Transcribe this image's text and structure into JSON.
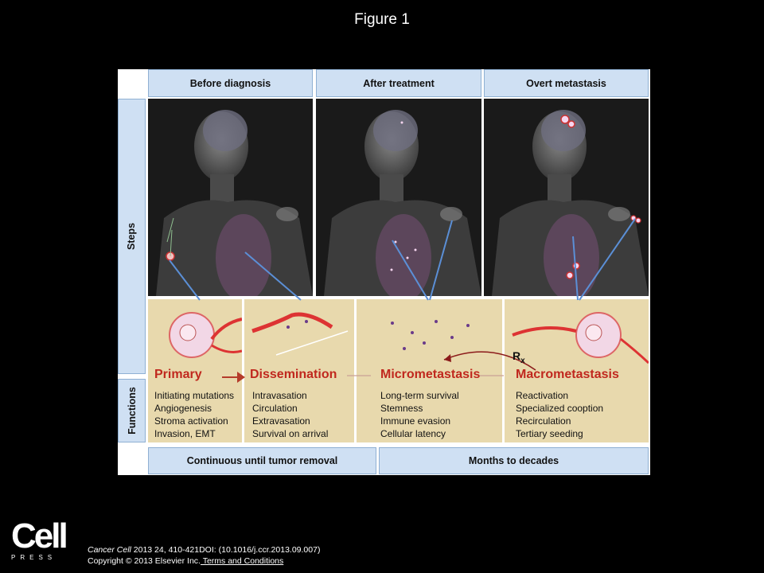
{
  "slide": {
    "title": "Figure 1"
  },
  "columns": {
    "before": "Before diagnosis",
    "after": "After treatment",
    "overt": "Overt metastasis"
  },
  "rows": {
    "steps": "Steps",
    "functions": "Functions"
  },
  "stages": [
    {
      "name": "Primary",
      "functions": [
        "Initiating mutations",
        "Angiogenesis",
        "Stroma activation",
        "Invasion, EMT"
      ]
    },
    {
      "name": "Dissemination",
      "functions": [
        "Intravasation",
        "Circulation",
        "Extravasation",
        "Survival on arrival"
      ]
    },
    {
      "name": "Micrometastasis",
      "functions": [
        "Long-term survival",
        "Stemness",
        "Immune evasion",
        "Cellular latency"
      ]
    },
    {
      "name": "Macrometastasis",
      "functions": [
        "Reactivation",
        "Specialized cooption",
        "Recirculation",
        "Tertiary seeding"
      ]
    }
  ],
  "treatment": {
    "symbol": "R",
    "subscript": "x"
  },
  "timeline": {
    "left": "Continuous until tumor removal",
    "right": "Months to decades"
  },
  "footer": {
    "logo_main": "Cell",
    "logo_sub": "PRESS",
    "journal": "Cancer Cell",
    "citation_rest": " 2013 24, 410-421DOI: (10.1016/j.ccr.2013.09.007)",
    "copyright": "Copyright © 2013 Elsevier Inc.",
    "terms": " Terms and Conditions"
  },
  "colors": {
    "header_fill": "#cfe0f3",
    "stage_red": "#c0281e",
    "function_bg": "#e8d9ad",
    "connector_blue": "#5b8fd6"
  }
}
